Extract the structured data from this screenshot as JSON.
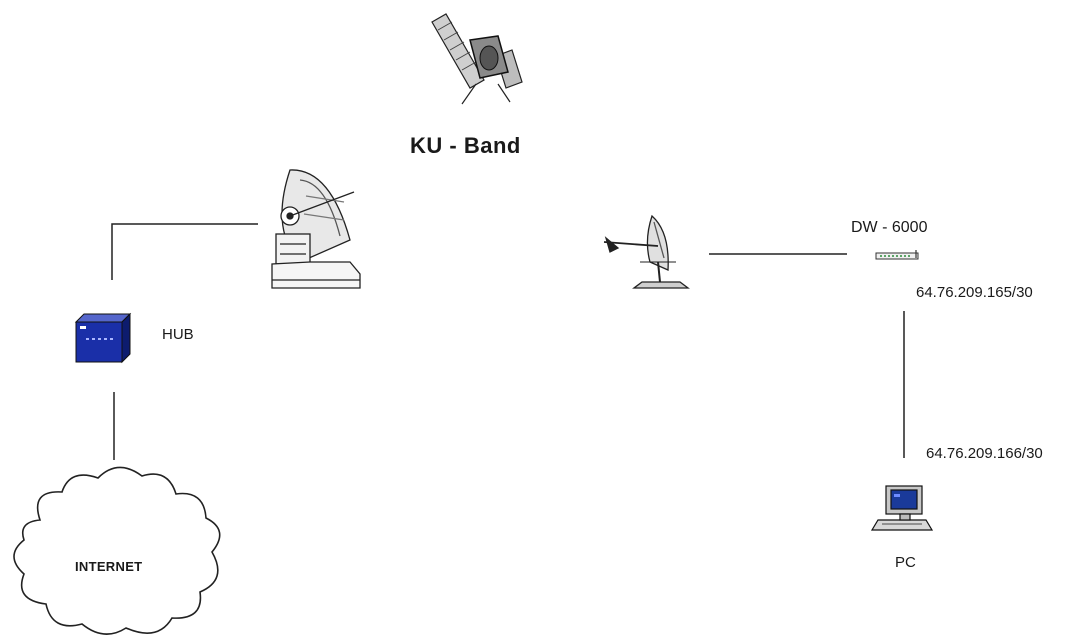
{
  "band_label": "KU - Band",
  "hub": {
    "label": "HUB"
  },
  "modem": {
    "label": "DW - 6000",
    "ip": "64.76.209.165/30"
  },
  "pc": {
    "label": "PC",
    "ip": "64.76.209.166/30"
  },
  "internet": {
    "label": "INTERNET"
  },
  "colors": {
    "hub_blue": "#1a2fa8",
    "pc_blue": "#1a3a9a",
    "line": "#222222"
  }
}
